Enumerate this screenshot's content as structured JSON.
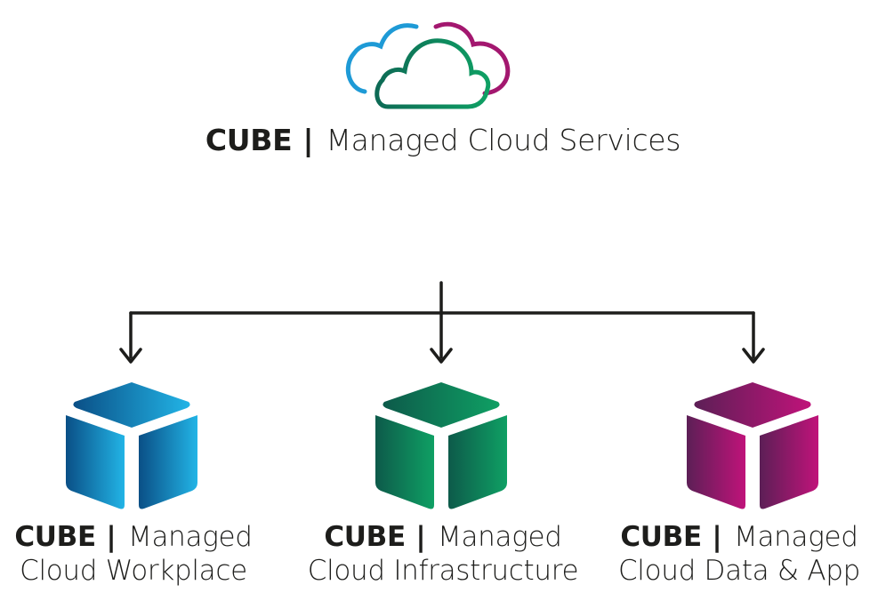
{
  "header": {
    "brand": "CUBE",
    "separator": "|",
    "title": "Managed Cloud Services",
    "icon": "cloud-icon"
  },
  "colors": {
    "blue_light": "#22b4e6",
    "blue_dark": "#0a4f86",
    "green_light": "#0fa064",
    "green_dark": "#0d5a4a",
    "magenta_light": "#c0137a",
    "magenta_dark": "#5c1f56",
    "connector": "#1d1d1b"
  },
  "services": [
    {
      "brand": "CUBE",
      "separator": "|",
      "line1": "Managed",
      "line2": "Cloud Workplace",
      "icon": "cube-icon",
      "color": "blue"
    },
    {
      "brand": "CUBE",
      "separator": "|",
      "line1": "Managed",
      "line2": "Cloud Infrastructure",
      "icon": "cube-icon",
      "color": "green"
    },
    {
      "brand": "CUBE",
      "separator": "|",
      "line1": "Managed",
      "line2": "Cloud Data & App",
      "icon": "cube-icon",
      "color": "magenta"
    }
  ]
}
